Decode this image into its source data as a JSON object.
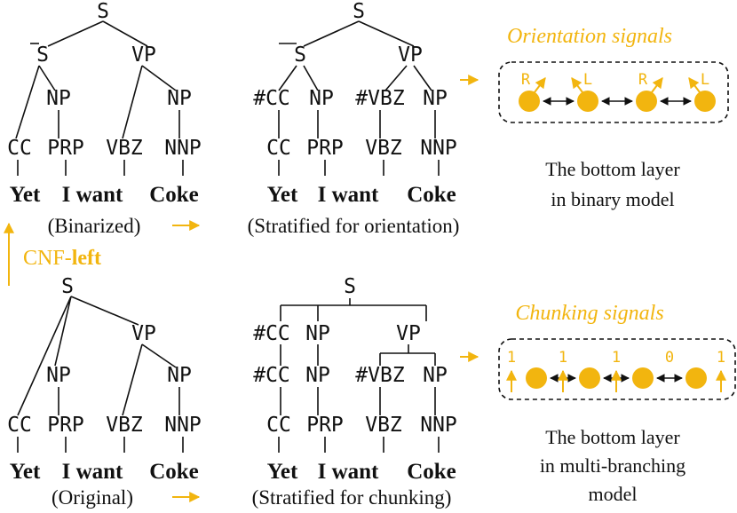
{
  "labels": {
    "S": "S",
    "VP": "VP",
    "NP": "NP",
    "CC": "CC",
    "PRP": "PRP",
    "VBZ": "VBZ",
    "NNP": "NNP",
    "hCC": "#CC",
    "hVBZ": "#VBZ",
    "yet": "Yet",
    "iwant": "I want",
    "coke": "Coke"
  },
  "captions": {
    "binarized": "(Binarized)",
    "strat_orient": "(Stratified for orientation)",
    "original": "(Original)",
    "strat_chunk": "(Stratified for chunking)"
  },
  "cnf": {
    "prefix": "CNF-",
    "bold": "left"
  },
  "orientation": {
    "title": "Orientation signals",
    "letters": [
      "R",
      "L",
      "R",
      "L"
    ],
    "note_line1": "The bottom layer",
    "note_line2": "in binary model"
  },
  "chunking": {
    "title": "Chunking signals",
    "values": [
      "1",
      "1",
      "1",
      "0",
      "1"
    ],
    "note_line1": "The bottom layer",
    "note_line2": "in multi-branching",
    "note_line3": "model"
  },
  "colors": {
    "accent": "#F2B50F",
    "ink": "#111111"
  }
}
